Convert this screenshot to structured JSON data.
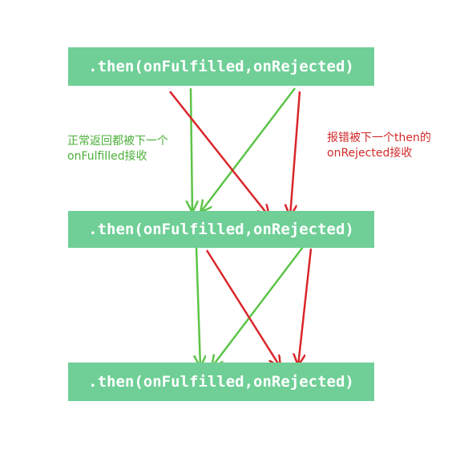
{
  "boxes": [
    {
      "label": ".then(onFulfilled,onRejected)"
    },
    {
      "label": ".then(onFulfilled,onRejected)"
    },
    {
      "label": ".then(onFulfilled,onRejected)"
    }
  ],
  "notes": {
    "green_line1": "正常返回都被下一个",
    "green_line2": "onFulfilled接收",
    "red_line1": "报错被下一个then的",
    "red_line2": "onRejected接收"
  },
  "colors": {
    "box": "#6fcf97",
    "green_arrow": "#5cc447",
    "red_arrow": "#d9262b"
  }
}
